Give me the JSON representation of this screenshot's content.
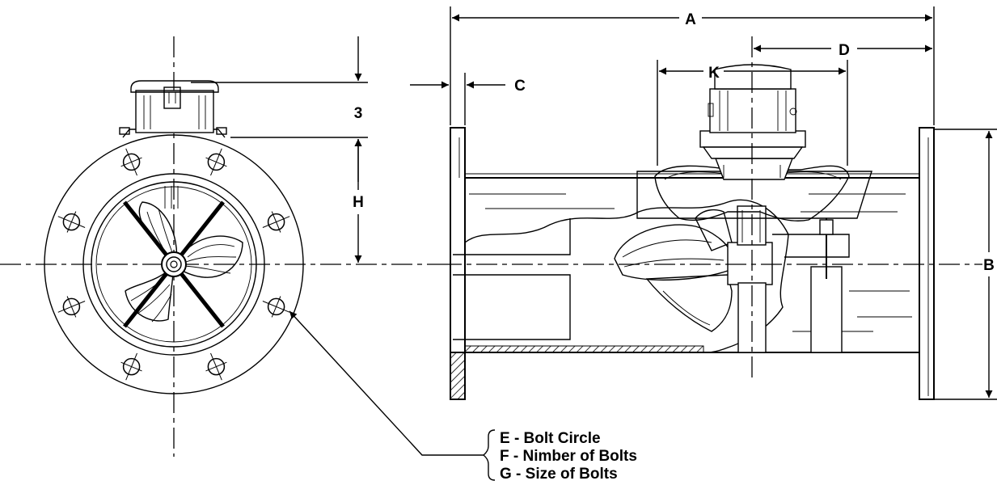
{
  "dimension_labels": {
    "a": "A",
    "b": "B",
    "c": "C",
    "d": "D",
    "k": "K",
    "h": "H",
    "three": "3"
  },
  "legend": {
    "line1": "E - Bolt Circle",
    "line2": "F - Nimber of Bolts",
    "line3": "G - Size of Bolts"
  }
}
